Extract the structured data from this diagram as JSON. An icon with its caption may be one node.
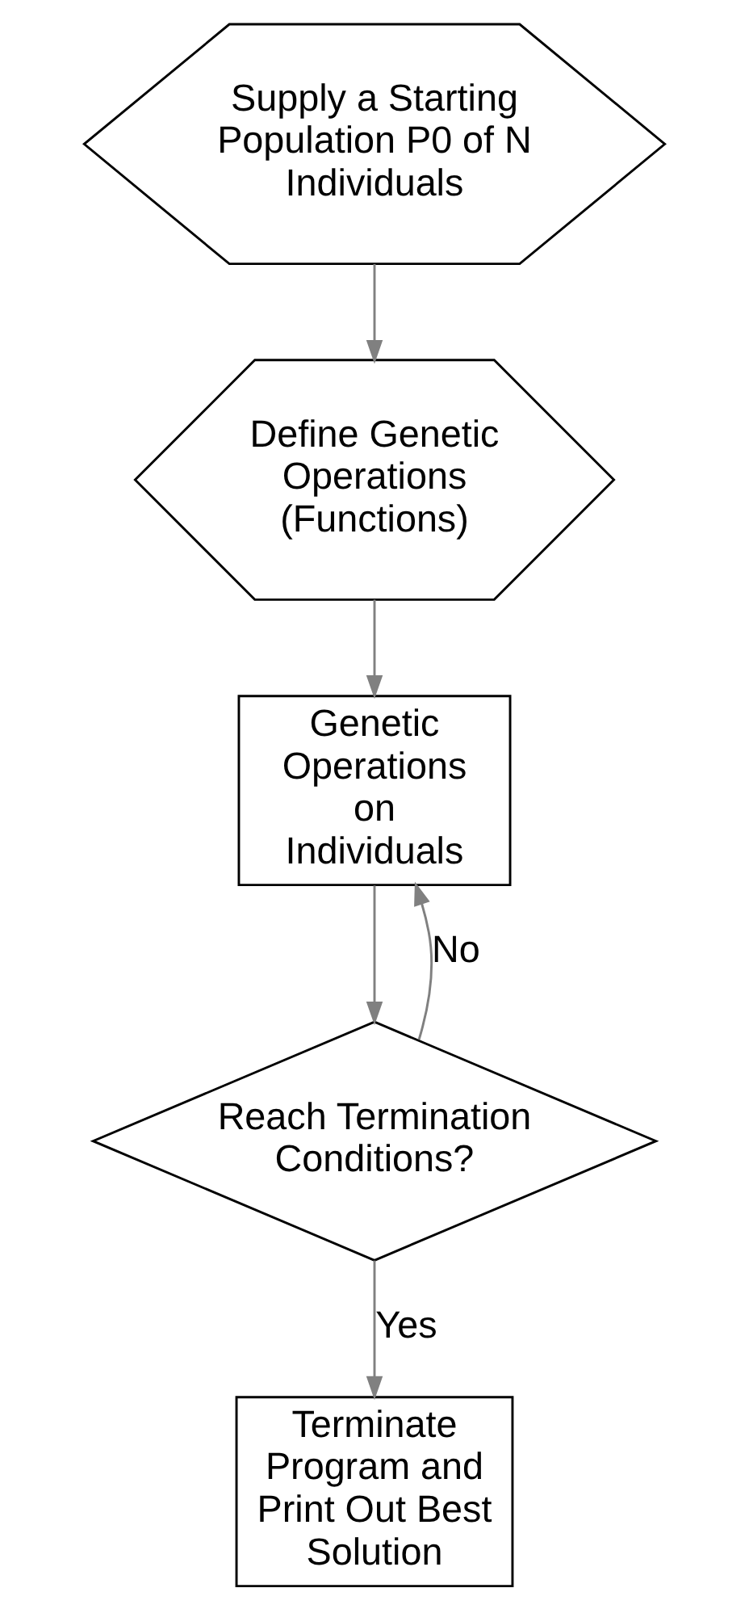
{
  "diagram": {
    "nodes": [
      {
        "text": [
          "Supply a Starting Population P0 of N Individuals"
        ]
      },
      {
        "text": [
          "Define Genetic Operations (Functions)"
        ]
      },
      {
        "text": [
          "Genetic Operations on Individuals"
        ]
      },
      {
        "text": [
          "Reach Termination Conditions?"
        ]
      },
      {
        "text": [
          "Terminate Program and Print Out Best Solution"
        ]
      }
    ],
    "edges": [
      {
        "from": 0,
        "to": 1,
        "arrow": "to"
      },
      {
        "from": 1,
        "to": 2,
        "arrow": "to"
      },
      {
        "from": 2,
        "to": 3,
        "arrow": "to"
      },
      {
        "from": 3,
        "to": 2,
        "arrow": "to",
        "label": "No"
      },
      {
        "from": 3,
        "to": 4,
        "arrow": "to",
        "label": "Yes"
      }
    ]
  }
}
